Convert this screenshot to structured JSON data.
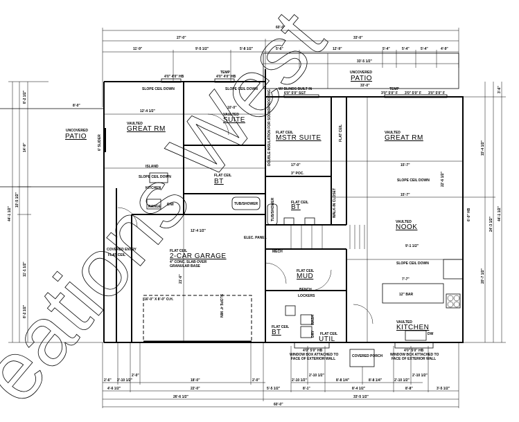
{
  "watermark": "eations West",
  "dimensions": {
    "top": [
      "60'-0\"",
      "27'-0\"",
      "33'-0\"",
      "11'-9\"",
      "9'-5 1/2\"",
      "5'-8 1/2\"",
      "5'-6\"",
      "12'-9\"",
      "5'-4\"",
      "5'-4\"",
      "5'-4\"",
      "4'-9\""
    ],
    "patio": [
      "33'-5 1/2\"",
      "33'-0\""
    ],
    "bottom_row1": [
      "2'-6\"",
      "2'-10 1/2\"",
      "2'-0\"",
      "18'-0\"",
      "2'-0\"",
      "2'-10 1/2\"",
      "2'-10 1/2\"",
      "8'-8 1/4\"",
      "8'-8 1/4\"",
      "2'-10 1/2\"",
      "2'-10 1/2\""
    ],
    "bottom_row2": [
      "4'-6 1/2\"",
      "22'-0\"",
      "5'-5 1/2\"",
      "8'-1\"",
      "8'-4 1/2\"",
      "8'-8\"",
      "3'-5 1/2\""
    ],
    "bottom_row3": [
      "26'-6 1/2\"",
      "33'-5 1/2\""
    ],
    "bottom_total": "60'-0\"",
    "left": [
      "8'-2 1/2\"",
      "14'-9\"",
      "10'-5 1/2\"",
      "44'-1 1/2\"",
      "11'-1 1/2\"",
      "8'-2 1/2\""
    ],
    "right": [
      "3'-6\"",
      "15'-4 1/2\"",
      "44'-1 1/2\"",
      "24'-3 1/2\"",
      "6'-0\" HB",
      "20'-7 1/2\""
    ],
    "interior": [
      "8'-0\"",
      "12'-4 1/2\"",
      "10'-0\"",
      "17'-0\"",
      "15'-7\"",
      "15'-7\"",
      "22'-6 1/2\"",
      "21'-6\"",
      "12'-4 1/2\"",
      "9'-1 1/2\"",
      "7'-7\""
    ]
  },
  "rooms": {
    "left_patio": {
      "sub": "UNCOVERED",
      "name": "PATIO"
    },
    "top_patio": {
      "sub": "UNCOVERED",
      "name": "PATIO"
    },
    "great_rm_left": {
      "sub": "VAULTED",
      "name": "GREAT RM",
      "slope": "SLOPE CEIL DOWN"
    },
    "suite": {
      "sub": "VAULTED",
      "name": "SUITE",
      "slope": "SLOPE CEIL DOWN"
    },
    "kitchen_left": {
      "name": "KITCHEN",
      "slope": "SLOPE CEIL DOWN",
      "island": "ISLAND",
      "dw": "D/W",
      "range": "RANGE"
    },
    "bt_left": {
      "sub": "FLAT CEIL",
      "name": "BT",
      "tub": "TUB/SHOWER"
    },
    "garage": {
      "sub": "FLAT CEIL",
      "name": "2-CAR GARAGE",
      "note1": "4\" CONC. SLAB OVER",
      "note2": "GRANULAR BASE",
      "door": "16'-0\" X 8'-0\" O.H.",
      "slope": "SLOPE 4\" MIN",
      "panel": "ELEC. PANEL"
    },
    "covered_entry": {
      "name": "COVERED ENTRY",
      "sub": "FLAT CEIL"
    },
    "mstr_suite": {
      "sub": "FLAT CEIL",
      "name": "MSTR SUITE",
      "insulation": "DOUBLE INSULATION FOR SOUNDPROOFING",
      "pocket": "3\" POC."
    },
    "bt_mstr": {
      "sub": "FLAT CEIL",
      "name": "BT",
      "tub": "TUB/SHOWER",
      "closet": "WALK-IN CLOSET"
    },
    "closet": {
      "name": "FLAT CEIL"
    },
    "great_rm_right": {
      "sub": "VAULTED",
      "name": "GREAT RM",
      "slope": "SLOPE CEIL DOWN"
    },
    "nook": {
      "sub": "VAULTED",
      "name": "NOOK"
    },
    "mech": {
      "name": "MECH"
    },
    "mud": {
      "sub": "FLAT CEIL",
      "name": "MUD",
      "bench": "BENCH",
      "lockers": "LOCKERS"
    },
    "bt_lower": {
      "sub": "FLAT CEIL",
      "name": "BT"
    },
    "util": {
      "sub": "FLAT CEIL",
      "name": "UTIL",
      "dryer": "DRY",
      "washer": "WASH"
    },
    "kitchen_right": {
      "sub": "VAULTED",
      "name": "KITCHEN",
      "slope": "SLOPE CEIL DOWN",
      "bar": "12\" BAR",
      "dw": "DW"
    },
    "covered_porch": {
      "name": "COVERED PORCH"
    }
  },
  "notes": {
    "window_box_left": [
      "4'0\" 5'0\" HB",
      "WINDOW BOX ATTACHED TO",
      "FACE OF EXTERIOR WALL"
    ],
    "window_box_right": [
      "4'0\" 5'0\" HB",
      "WINDOW BOX ATTACHED TO",
      "FACE OF EXTERIOR WALL"
    ],
    "top_windows_left": [
      "4'0\" 4'0\" HB",
      "TEMP",
      "4'0\" 4'0\" HB"
    ],
    "top_windows_right": [
      "W/ BLINDS BUILT IN",
      "6'0\" 5'0\" SGT",
      "TEMP",
      "3'0\" 5'0\" F",
      "3'0\" 5'0\" F",
      "3'0\" 5'0\" F"
    ],
    "slider": "6' SLIDER"
  }
}
